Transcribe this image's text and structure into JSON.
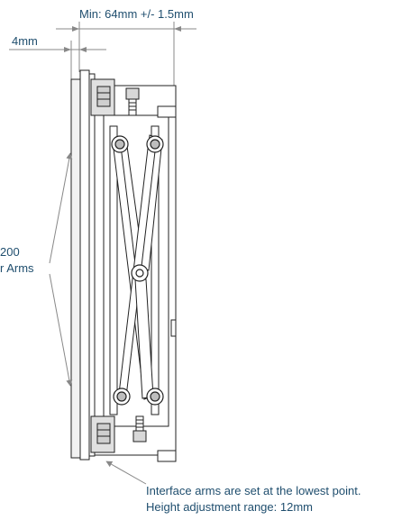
{
  "dimensions": {
    "overall_depth": "Min: 64mm +/- 1.5mm",
    "spacer": "4mm"
  },
  "labels": {
    "arms_line1": "200",
    "arms_line2": "r Arms",
    "note_line1": "Interface arms are set at the lowest point.",
    "note_line2": "Height adjustment range: 12mm"
  },
  "colors": {
    "dimension": "#1f4e6e",
    "drawing": "#222222",
    "leader": "#888888",
    "fill": "#f2f2f2"
  }
}
